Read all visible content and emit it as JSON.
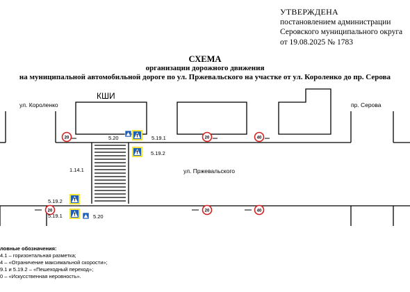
{
  "approval": {
    "title": "УТВЕРЖДЕНА",
    "line1": "постановлением администрации",
    "line2": "Серовского муниципального округа",
    "line3": "от 19.08.2025  № 1783"
  },
  "heading": {
    "title": "СХЕМА",
    "subtitle": "организации дорожного движения",
    "description": "на муниципальной автомобильной дороге по ул. Пржевальского на участке от ул. Короленко до пр. Серова"
  },
  "map": {
    "building_label": "КШИ",
    "street_left": "ул. Короленко",
    "street_right": "пр. Серова",
    "street_main": "ул. Пржевальского",
    "marking_label": "1.14.1",
    "sign_labels": {
      "top_5_20": "5.20",
      "top_5_19_1": "5.19.1",
      "top_5_19_2": "5.19.2",
      "bottom_5_19_2": "5.19.2",
      "bottom_5_19_1": "5.19.1",
      "bottom_5_20": "5.20"
    },
    "speed_limits": {
      "top_1": "20",
      "top_2": "20",
      "top_3": "40",
      "bottom_1": "20",
      "bottom_2": "20",
      "bottom_3": "40"
    },
    "colors": {
      "sign_blue": "#1f5fb5",
      "sign_yellow": "#f5e23a",
      "speed_red": "#d42020"
    },
    "icons": [
      "pedestrian-crossing-sign-icon",
      "speed-bump-sign-icon",
      "speed-limit-sign-icon"
    ]
  },
  "legend": {
    "title": "ловные обозначения:",
    "item1": "4.1 – горизонтальная разметка;",
    "item2": "4 – «Ограничение максимальной скорости»;",
    "item3": "9.1 и 5.19.2 – «Пешеходный переход»;",
    "item4": "0 – «Искусственная неровность»."
  }
}
